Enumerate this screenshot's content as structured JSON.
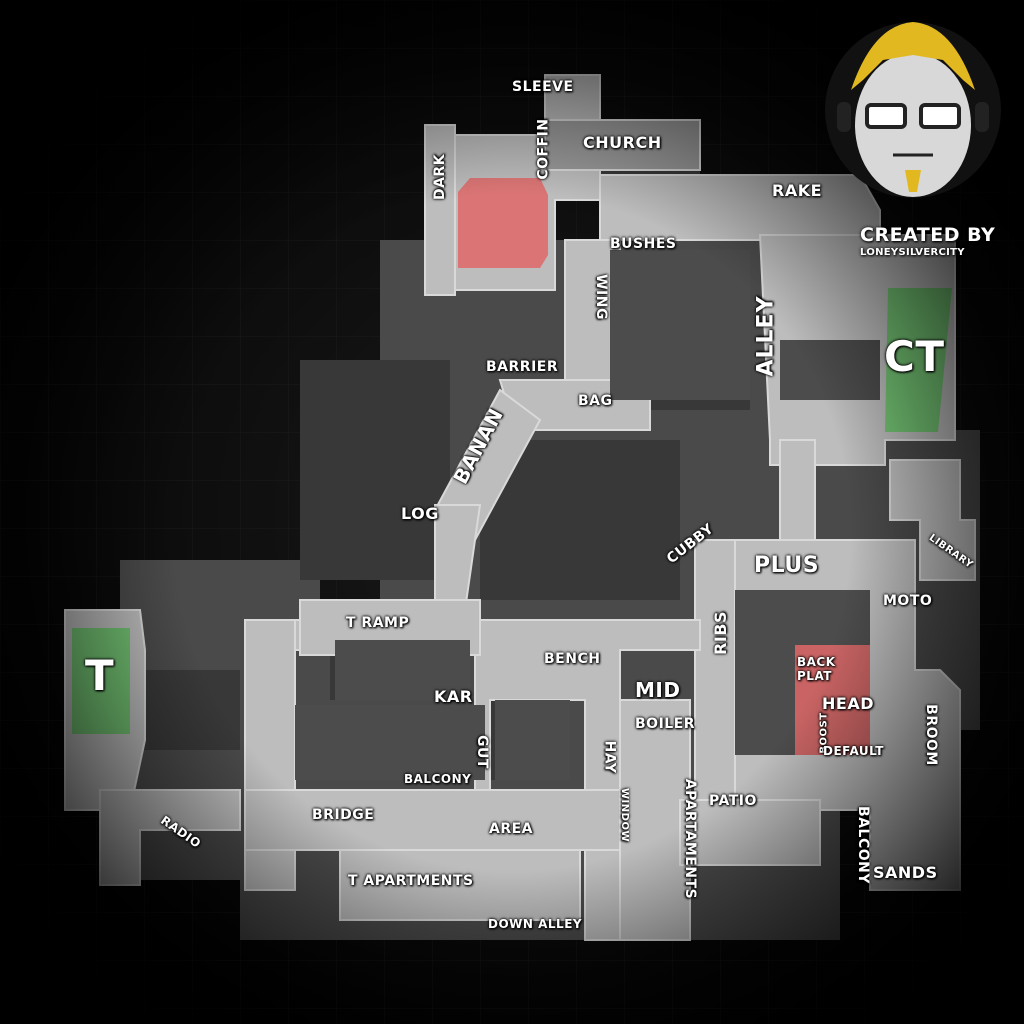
{
  "map_labels": {
    "sleeve": "SLEEVE",
    "church": "CHURCH",
    "coffin": "COFFIN",
    "dark": "DARK",
    "rake": "RAKE",
    "bushes": "BUSHES",
    "wing": "WING",
    "alley": "ALLEY",
    "ct": "CT",
    "barrier": "BARRIER",
    "bag": "BAG",
    "banan": "BANAN",
    "log": "LOG",
    "cubby": "CUBBY",
    "plus": "PLUS",
    "library": "LIBRARY",
    "moto": "MOTO",
    "t_ramp": "T RAMP",
    "ribs": "RIBS",
    "bench": "BENCH",
    "back_plat": "BACK\nPLAT",
    "head": "HEAD",
    "boost": "BOOST",
    "default": "DEFAULT",
    "t": "T",
    "kar": "KAR",
    "mid": "MID",
    "boiler": "BOILER",
    "broom": "BROOM",
    "gut": "GUT",
    "balcony_t": "BALCONY",
    "hay": "HAY",
    "window": "WINDOW",
    "apartaments": "APARTAMENTS",
    "patio": "PATIO",
    "radio": "RADIO",
    "bridge": "BRIDGE",
    "area": "AREA",
    "balcony_ct": "BALCONY",
    "sands": "SANDS",
    "t_apartments": "T APARTMENTS",
    "down_alley": "DOWN ALLEY"
  },
  "credit": {
    "line1": "CREATED BY",
    "line2": "LONEYSILVERCITY"
  },
  "colors": {
    "bombsite": "#e06868",
    "spawn": "#6cc46c",
    "floor": "#bdbdbd",
    "wall": "#3c3c3c"
  },
  "icons": {
    "logo": "cartoon-face-with-glasses-icon"
  }
}
